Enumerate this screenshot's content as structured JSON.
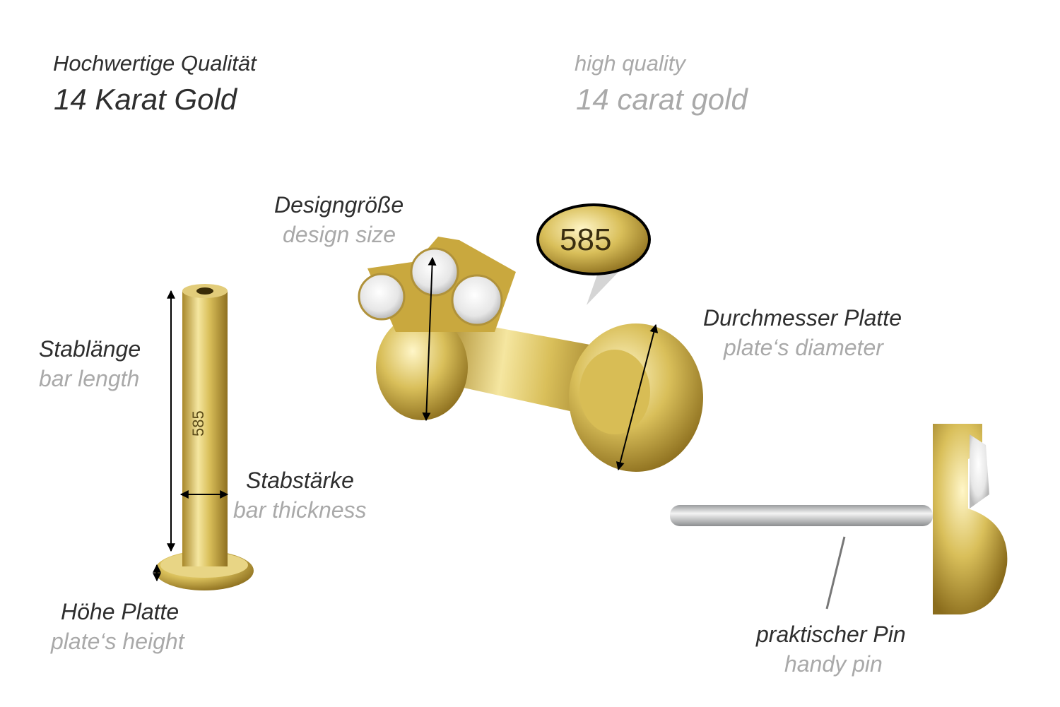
{
  "header": {
    "de_line1": "Hochwertige Qualität",
    "de_line2": "14 Karat Gold",
    "en_line1": "high quality",
    "en_line2": "14 carat gold"
  },
  "badge": {
    "stamp": "585"
  },
  "bar_engraving": "585",
  "labels": {
    "design_size": {
      "de": "Designgröße",
      "en": "design size"
    },
    "bar_length": {
      "de": "Stablänge",
      "en": "bar length"
    },
    "plate_diameter": {
      "de": "Durchmesser Platte",
      "en": "plate‘s diameter"
    },
    "bar_thickness": {
      "de": "Stabstärke",
      "en": "bar thickness"
    },
    "plate_height": {
      "de": "Höhe Platte",
      "en": "plate‘s height"
    },
    "handy_pin": {
      "de": "praktischer Pin",
      "en": "handy pin"
    }
  },
  "colors": {
    "gold": "#d9bf5a",
    "gold_dark": "#a8882a",
    "silver": "#cfd1d3",
    "label_dark": "#2e2e2e",
    "label_gray": "#a9a9a9"
  }
}
